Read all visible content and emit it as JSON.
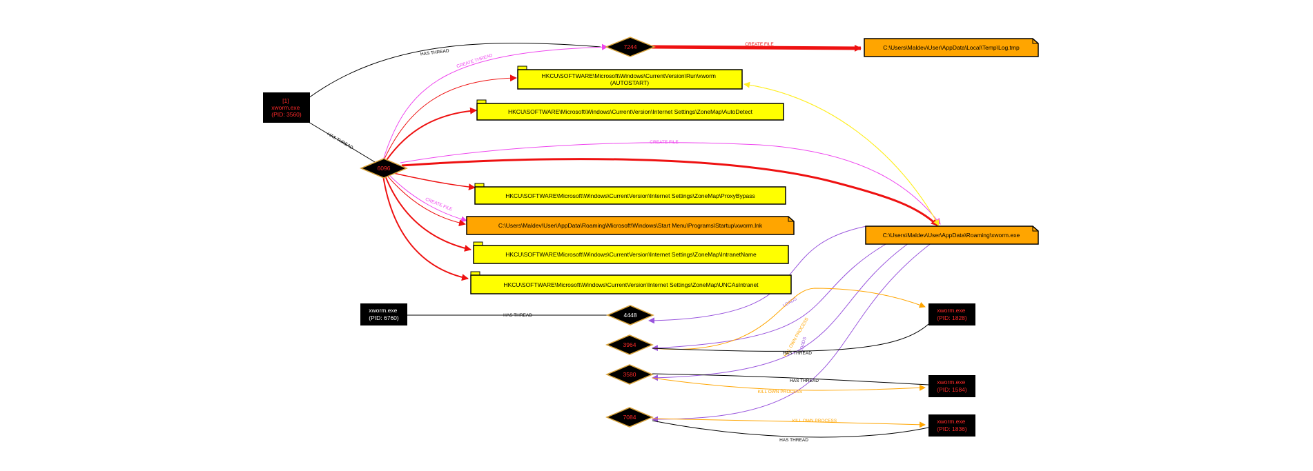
{
  "processes": [
    {
      "id": "p1",
      "lines": [
        "[1]",
        "xworm.exe",
        "(PID: 3560)"
      ],
      "color": "#ff2a2a"
    },
    {
      "id": "p2",
      "lines": [
        "xworm.exe",
        "(PID: 6760)"
      ],
      "color": "#ffffff"
    },
    {
      "id": "p3",
      "lines": [
        "xworm.exe",
        "(PID: 1828)"
      ],
      "color": "#ff2a2a"
    },
    {
      "id": "p4",
      "lines": [
        "xworm.exe",
        "(PID: 1584)"
      ],
      "color": "#ff2a2a"
    },
    {
      "id": "p5",
      "lines": [
        "xworm.exe",
        "(PID: 1836)"
      ],
      "color": "#ff2a2a"
    }
  ],
  "threads": [
    {
      "id": "t7244",
      "label": "7244",
      "color": "#ff2a2a"
    },
    {
      "id": "t6096",
      "label": "6096",
      "color": "#ff2a2a"
    },
    {
      "id": "t4448",
      "label": "4448",
      "color": "#ffffff"
    },
    {
      "id": "t3964",
      "label": "3964",
      "color": "#ff2a2a"
    },
    {
      "id": "t3580",
      "label": "3580",
      "color": "#ff2a2a"
    },
    {
      "id": "t7084",
      "label": "7084",
      "color": "#ff2a2a"
    }
  ],
  "registry_keys": [
    {
      "id": "r1",
      "lines": [
        "HKCU\\SOFTWARE\\Microsoft\\Windows\\CurrentVersion\\Run\\xworm",
        "(AUTOSTART)"
      ]
    },
    {
      "id": "r2",
      "lines": [
        "HKCU\\SOFTWARE\\Microsoft\\Windows\\CurrentVersion\\Internet Settings\\ZoneMap\\AutoDetect"
      ]
    },
    {
      "id": "r3",
      "lines": [
        "HKCU\\SOFTWARE\\Microsoft\\Windows\\CurrentVersion\\Internet Settings\\ZoneMap\\ProxyBypass"
      ]
    },
    {
      "id": "r4",
      "lines": [
        "HKCU\\SOFTWARE\\Microsoft\\Windows\\CurrentVersion\\Internet Settings\\ZoneMap\\IntranetName"
      ]
    },
    {
      "id": "r5",
      "lines": [
        "HKCU\\SOFTWARE\\Microsoft\\Windows\\CurrentVersion\\Internet Settings\\ZoneMap\\UNCAsIntranet"
      ]
    }
  ],
  "files": [
    {
      "id": "f1",
      "lines": [
        "C:\\Users\\Maldev\\User\\AppData\\Local\\Temp\\Log.tmp"
      ]
    },
    {
      "id": "f2",
      "lines": [
        "C:\\Users\\Maldev\\User\\AppData\\Roaming\\Microsoft\\Windows\\Start Menu\\Programs\\Startup\\xworm.lnk"
      ]
    },
    {
      "id": "f3",
      "lines": [
        "C:\\Users\\Maldev\\User\\AppData\\Roaming\\xworm.exe"
      ]
    }
  ],
  "edge_labels": {
    "has_thread": "HAS THREAD",
    "create_thread": "CREATE THREAD",
    "create_file": "CREATE FILE",
    "loads": "LOADS",
    "kill_own_process": "KILL OWN PROCESS"
  },
  "colors": {
    "process_bg": "#000000",
    "registry_bg": "#ffff00",
    "file_bg": "#ffa500",
    "thread_border": "#d9a33a",
    "edge_has_thread": "#000000",
    "edge_create_thread": "#ee44ee",
    "edge_create_file": "#ee44ee",
    "edge_registry": "#ee1111",
    "edge_autostart": "#ffff33",
    "edge_loads": "#9955dd",
    "edge_kill": "#ffa500"
  }
}
